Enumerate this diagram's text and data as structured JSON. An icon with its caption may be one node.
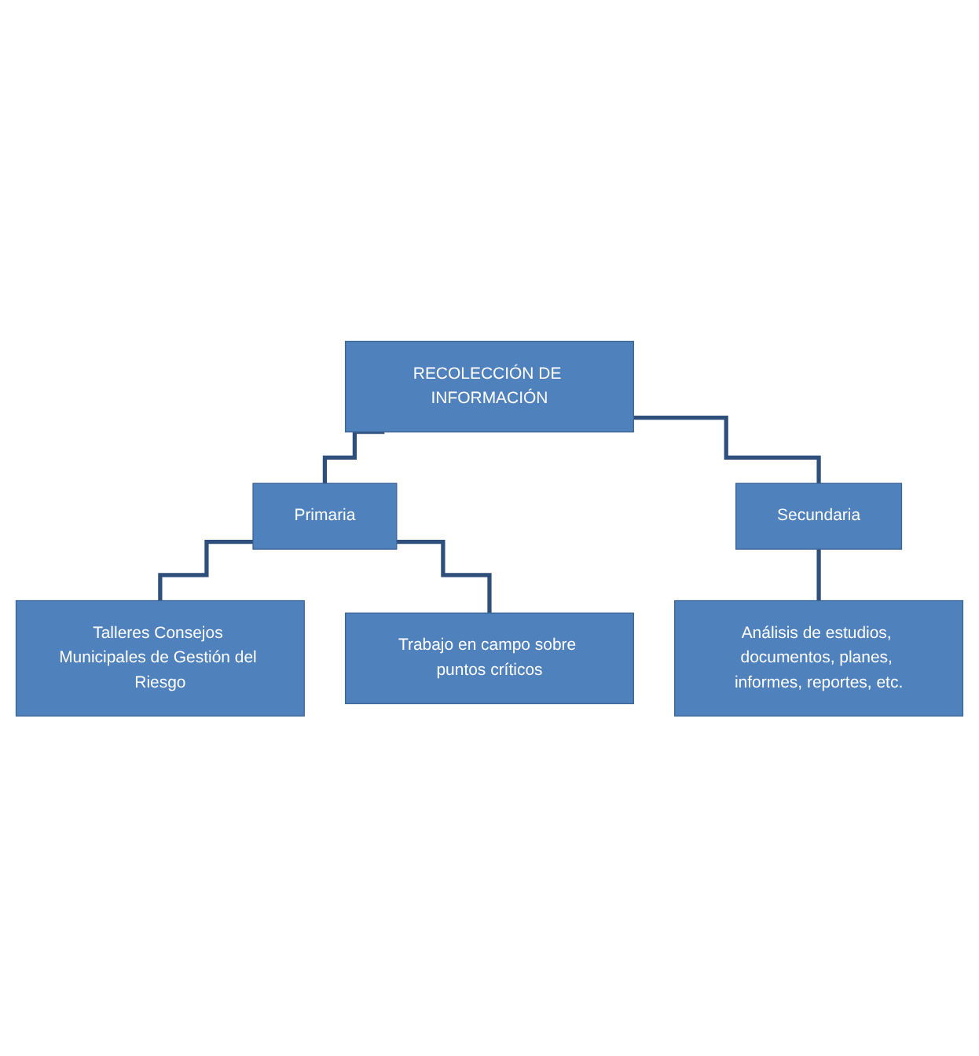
{
  "diagram": {
    "nodes": [
      {
        "text": [
          "RECOLECCIÓN DE INFORMACIÓN"
        ]
      },
      {
        "text": [
          "Primaria"
        ]
      },
      {
        "text": [
          "Secundaria"
        ]
      },
      {
        "text": [
          "Talleres Consejos Municipales de Gestión del Riesgo"
        ]
      },
      {
        "text": [
          "Análisis de estudios, documentos, planes, informes, reportes, etc."
        ]
      },
      {
        "text": [
          "Trabajo en campo sobre puntos críticos"
        ]
      }
    ],
    "edges": [
      {
        "from": 0,
        "to": 1,
        "arrow": "none"
      },
      {
        "from": 0,
        "to": 2,
        "arrow": "none"
      },
      {
        "from": 1,
        "to": 3,
        "arrow": "none"
      },
      {
        "from": 1,
        "to": 5,
        "arrow": "none"
      },
      {
        "from": 2,
        "to": 4,
        "arrow": "none"
      }
    ]
  }
}
